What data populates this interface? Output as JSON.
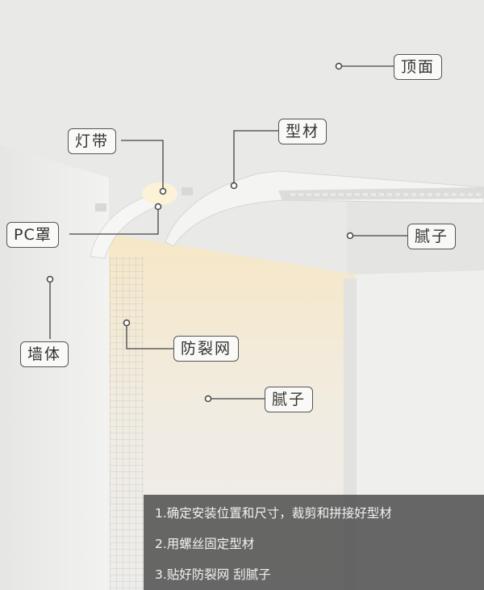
{
  "labels": {
    "ceiling": "顶面",
    "led_strip": "灯带",
    "profile": "型材",
    "pc_cover": "PC罩",
    "putty_ceiling": "腻子",
    "wall": "墙体",
    "anti_crack_mesh": "防裂网",
    "putty_wall": "腻子"
  },
  "steps": [
    "1.确定安装位置和尺寸，裁剪和拼接好型材",
    "2.用螺丝固定型材",
    "3.贴好防裂网  刮腻子"
  ],
  "colors": {
    "ceiling": "#e9e9e7",
    "wall": "#efefed",
    "glow": "#f7e9cc",
    "caption_bg": "#484848"
  }
}
